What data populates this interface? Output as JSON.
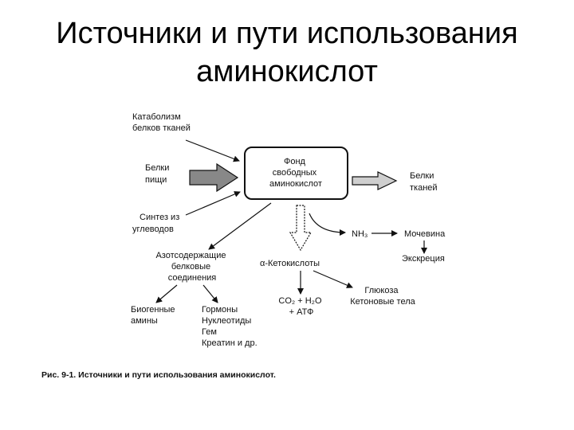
{
  "title": {
    "line1": "Источники и пути использования",
    "line2": "аминокислот"
  },
  "nodes": {
    "catabolism": [
      "Катаболизм",
      "белков тканей"
    ],
    "food_proteins": [
      "Белки",
      "пищи"
    ],
    "synthesis": [
      "Синтез из",
      "углеводов"
    ],
    "pool": [
      "Фонд",
      "свободных",
      "аминокислот"
    ],
    "tissue_proteins": [
      "Белки",
      "тканей"
    ],
    "nh3": "NH₃",
    "urea": "Мочевина",
    "excretion": "Экскреция",
    "nitrogen_compounds": [
      "Азотсодержащие",
      "белковые",
      "соединения"
    ],
    "keto_acids": "α-Кетокислоты",
    "glucose": [
      "Глюкоза",
      "Кетоновые тела"
    ],
    "co2": [
      "CO₂ + H₂O",
      "+ АТФ"
    ],
    "biogenic_amines": [
      "Биогенные",
      "амины"
    ],
    "hormones": [
      "Гормоны",
      "Нуклеотиды",
      "Гем",
      "Креатин и др."
    ]
  },
  "caption": "Рис. 9-1. Источники и пути использования аминокислот."
}
